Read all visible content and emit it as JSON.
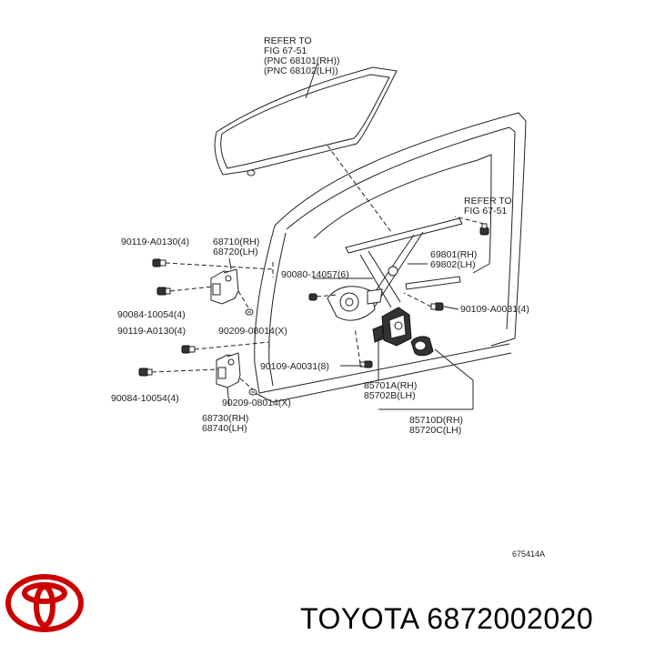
{
  "callouts": {
    "glass_ref": [
      "REFER TO",
      "FIG 67-51",
      "(PNC 68101(RH))",
      "(PNC 68102(LH))"
    ],
    "regulator_ref": [
      "REFER TO",
      "FIG 67-51"
    ],
    "hinge_upper": [
      "68710(RH)",
      "68720(LH)"
    ],
    "hinge_lower": [
      "68730(RH)",
      "68740(LH)"
    ],
    "bolt_a_upper": "90119-A0130(4)",
    "bolt_a_lower": "90119-A0130(4)",
    "bolt_b_upper": "90084-10054(4)",
    "bolt_b_lower": "90084-10054(4)",
    "screw_upper": "90209-08014(X)",
    "screw_lower": "90209-08014(X)",
    "clip": "90080-14057(6)",
    "bolt_c_lower": "90109-A0031(8)",
    "bolt_c_right": "90109-A0031(4)",
    "regulator": [
      "69801(RH)",
      "69802(LH)"
    ],
    "motor": [
      "85701A(RH)",
      "85702B(LH)"
    ],
    "grommet": [
      "85710D(RH)",
      "85720C(LH)"
    ],
    "figure_id": "675414A"
  },
  "footer": {
    "brand_part": "TOYOTA 6872002020",
    "logo_color": "#cc0000"
  }
}
